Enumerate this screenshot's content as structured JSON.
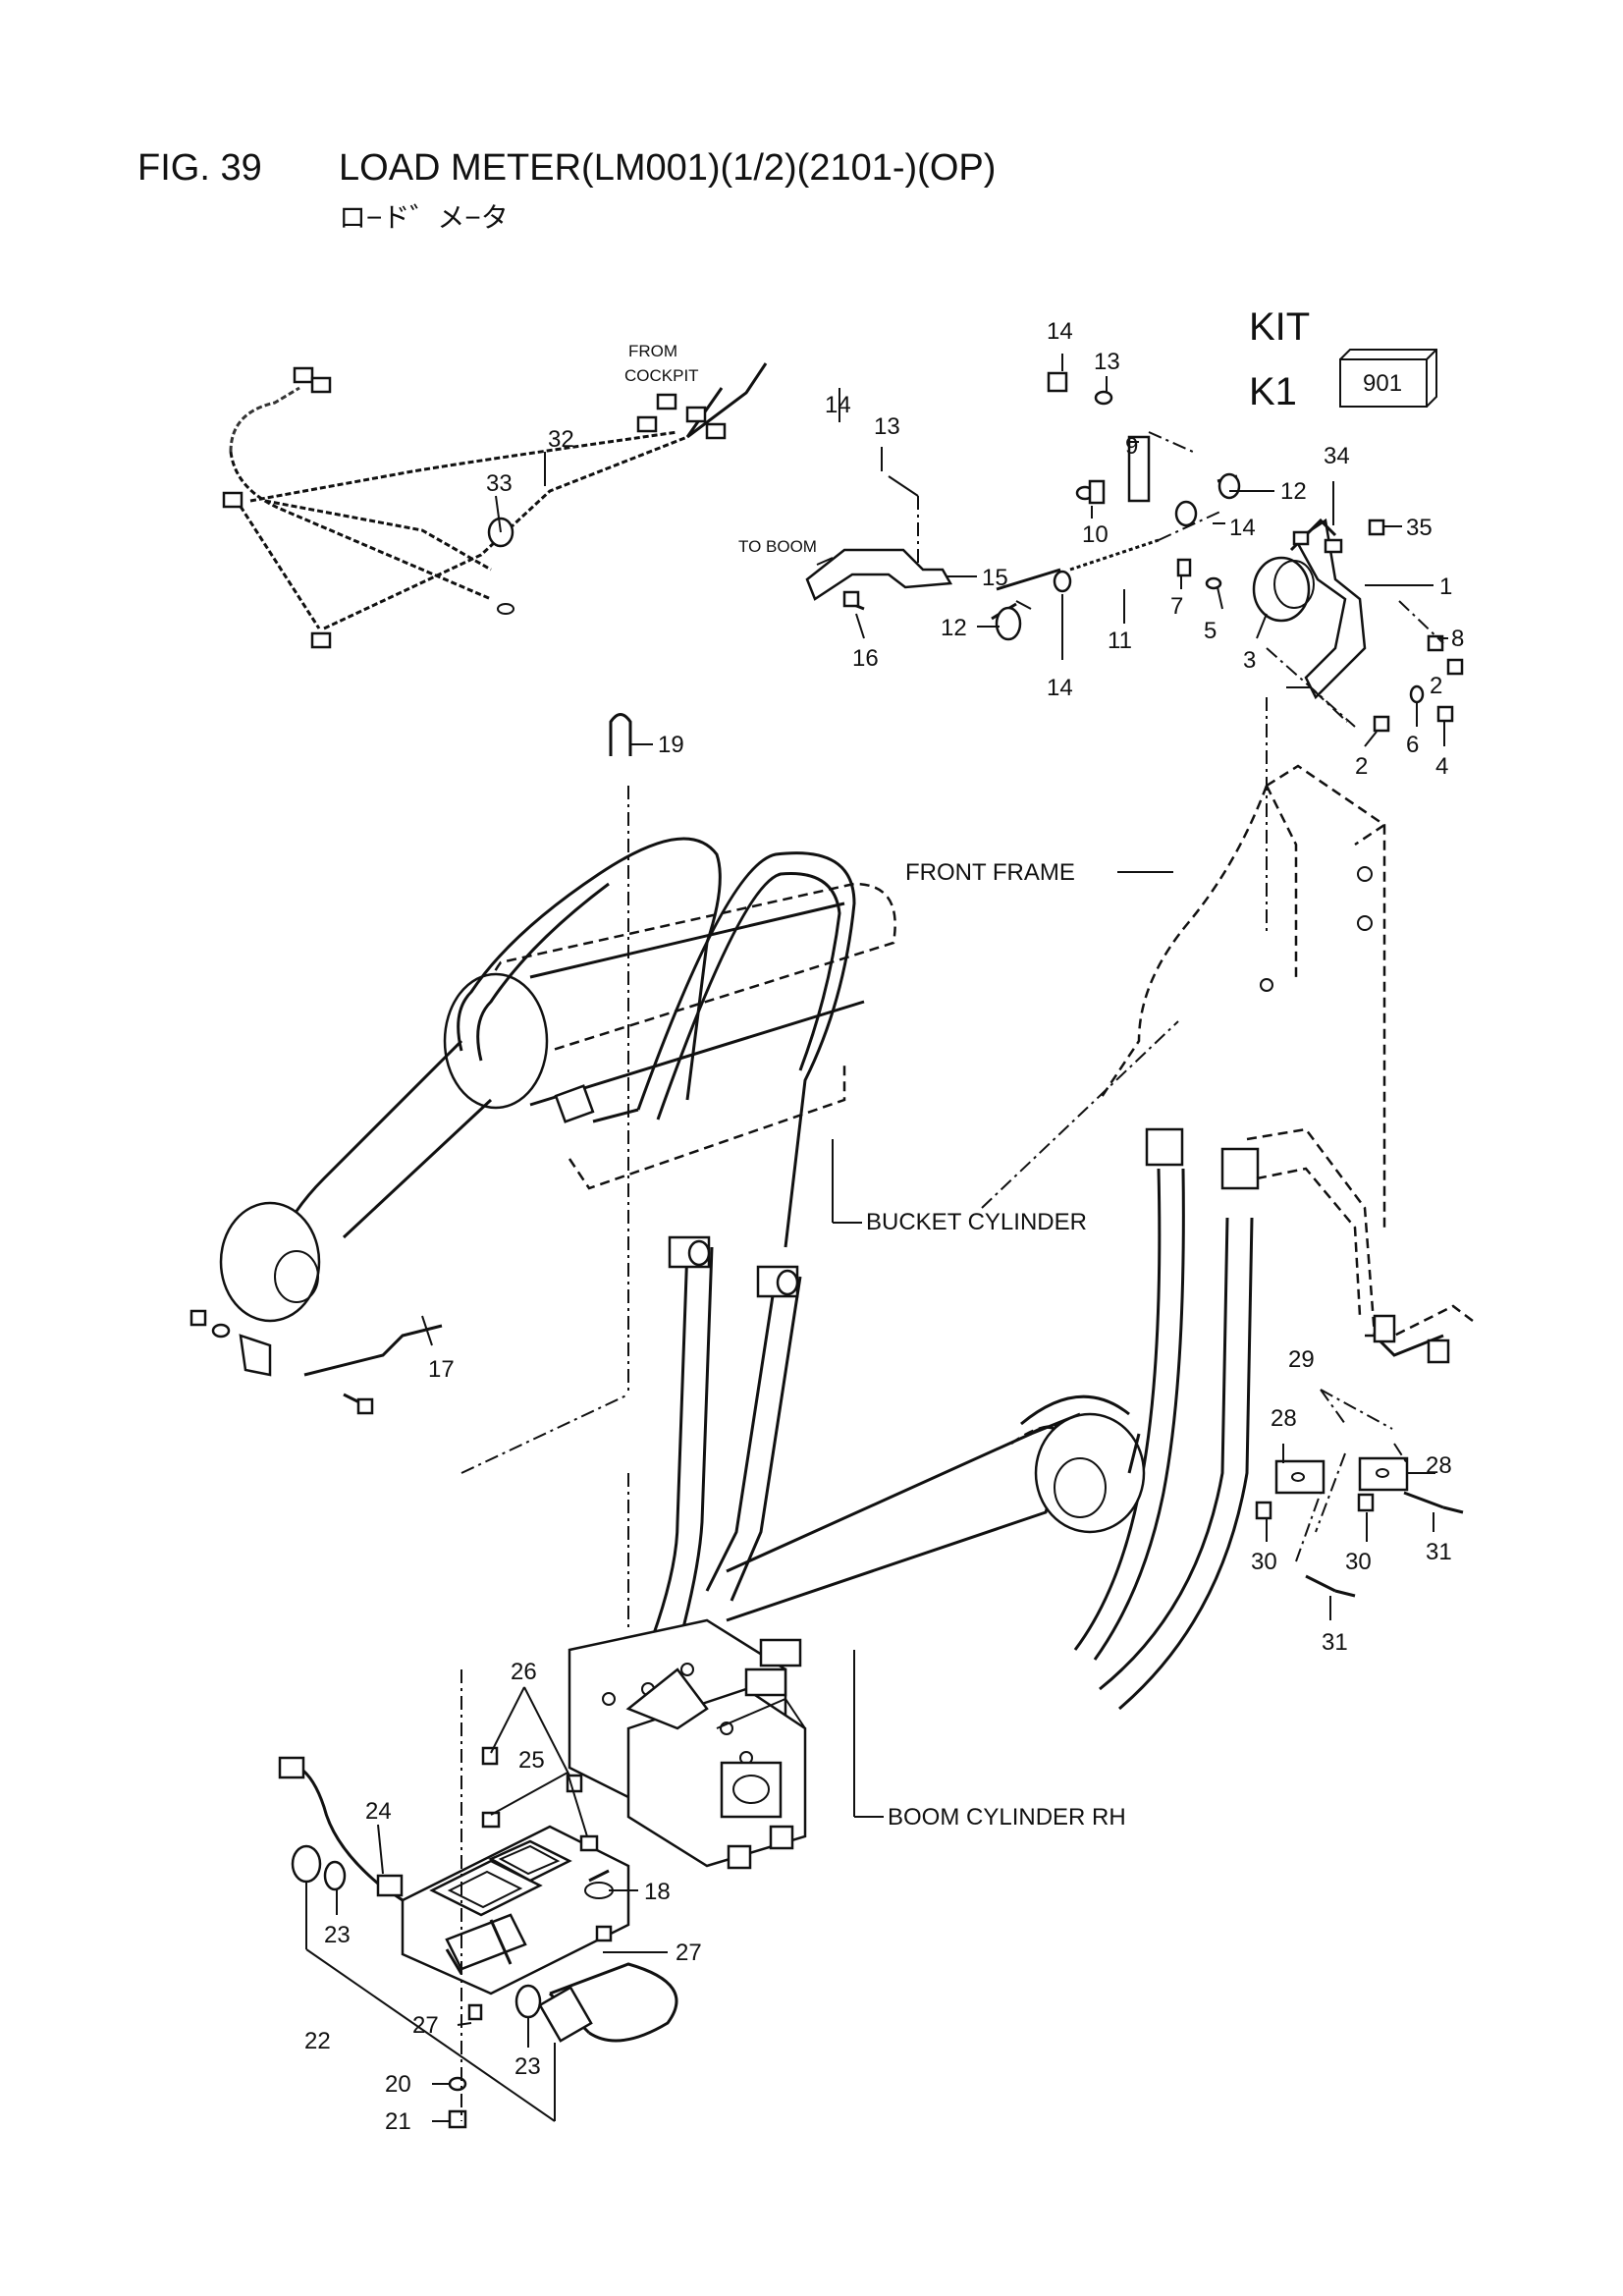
{
  "header": {
    "fig_num": "FIG. 39",
    "title": "LOAD METER(LM001)(1/2)(2101-)(OP)",
    "subtitle": "ロ−ド゛メ−タ"
  },
  "kit": {
    "label1": "KIT",
    "label2": "K1",
    "box_value": "901"
  },
  "notes": {
    "from_cockpit_1": "FROM",
    "from_cockpit_2": "COCKPIT",
    "to_boom": "TO BOOM"
  },
  "assemblies": {
    "front_frame": "FRONT FRAME",
    "bucket_cylinder": "BUCKET CYLINDER",
    "boom_cylinder": "BOOM CYLINDER RH"
  },
  "callouts": {
    "c1": "1",
    "c2a": "2",
    "c2b": "2",
    "c3": "3",
    "c4": "4",
    "c5": "5",
    "c6": "6",
    "c7": "7",
    "c8": "8",
    "c9": "9",
    "c10": "10",
    "c11": "11",
    "c12a": "12",
    "c12b": "12",
    "c13a": "13",
    "c13b": "13",
    "c14a": "14",
    "c14b": "14",
    "c14c": "14",
    "c14d": "14",
    "c15": "15",
    "c16": "16",
    "c17": "17",
    "c18": "18",
    "c19": "19",
    "c20": "20",
    "c21": "21",
    "c22": "22",
    "c23a": "23",
    "c23b": "23",
    "c24": "24",
    "c25": "25",
    "c26": "26",
    "c27a": "27",
    "c27b": "27",
    "c28a": "28",
    "c28b": "28",
    "c29": "29",
    "c30a": "30",
    "c30b": "30",
    "c31a": "31",
    "c31b": "31",
    "c32": "32",
    "c33": "33",
    "c34": "34",
    "c35": "35"
  }
}
